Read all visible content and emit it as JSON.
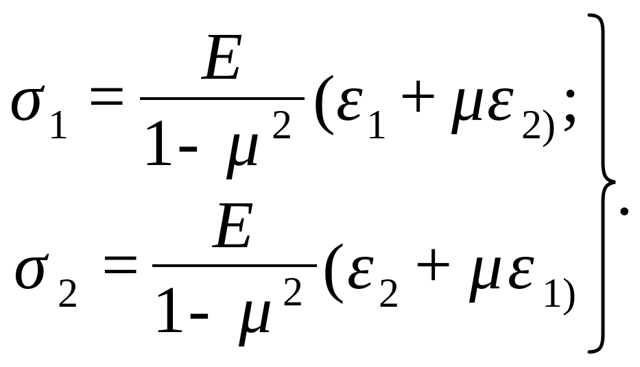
{
  "equations": [
    {
      "lhs_symbol": "σ",
      "lhs_subscript": "1",
      "equals": "=",
      "numerator": "E",
      "denominator_one": "1",
      "denominator_minus": "-",
      "denominator_var": "μ",
      "denominator_exp": "2",
      "open_paren": "(",
      "term1_symbol": "ε",
      "term1_subscript": "1",
      "plus": "+",
      "term2_coef": "μ",
      "term2_symbol": "ε",
      "term2_subscript": "2)",
      "trailing": ";"
    },
    {
      "lhs_symbol": "σ",
      "lhs_subscript": "2",
      "equals": "=",
      "numerator": "E",
      "denominator_one": "1",
      "denominator_minus": "-",
      "denominator_var": "μ",
      "denominator_exp": "2",
      "open_paren": "(",
      "term1_symbol": "ε",
      "term1_subscript": "2",
      "plus": "+",
      "term2_coef": "μ",
      "term2_symbol": "ε",
      "term2_subscript": "1)",
      "trailing": ""
    }
  ],
  "closing_mark": "."
}
